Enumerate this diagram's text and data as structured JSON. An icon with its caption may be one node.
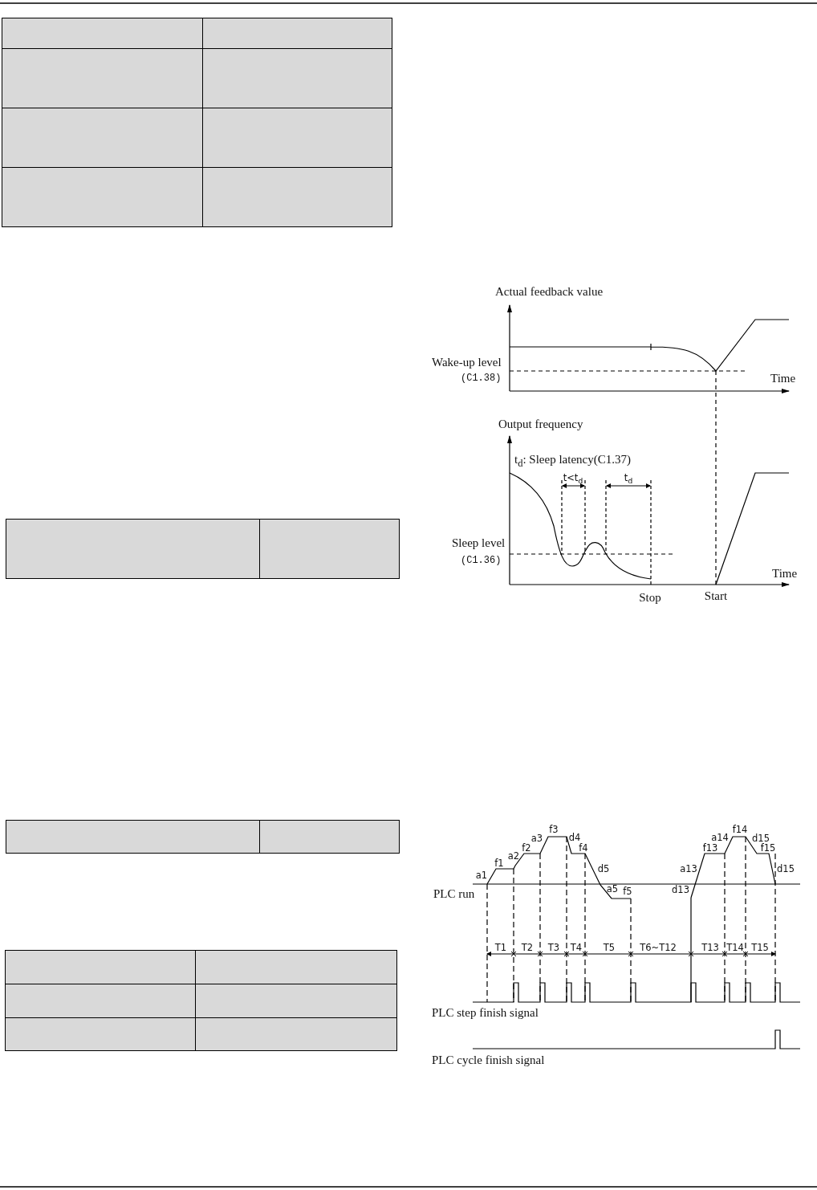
{
  "diagram": {
    "labels": [
      "Actual feedback value",
      "Wake-up level",
      "(C1.38)",
      "Time",
      "Output frequency",
      "t$_{d}$: Sleep latency(C1.37)",
      "t<t$_{d}$",
      "t$_{d}$",
      "Sleep level",
      "(C1.36)",
      "Time",
      "Stop",
      "Start",
      "f3",
      "f14",
      "a3",
      "d4",
      "a14",
      "d15",
      "f2",
      "f4",
      "f13",
      "f15",
      "a2",
      "f1",
      "d5",
      "a13",
      "d15",
      "a1",
      "PLC run",
      "a5",
      "f5",
      "d13",
      "T1",
      "T2",
      "T3",
      "T4",
      "T5",
      "T6~T12",
      "T13",
      "T14",
      "T15",
      "PLC step finish signal",
      "PLC cycle finish signal"
    ]
  }
}
